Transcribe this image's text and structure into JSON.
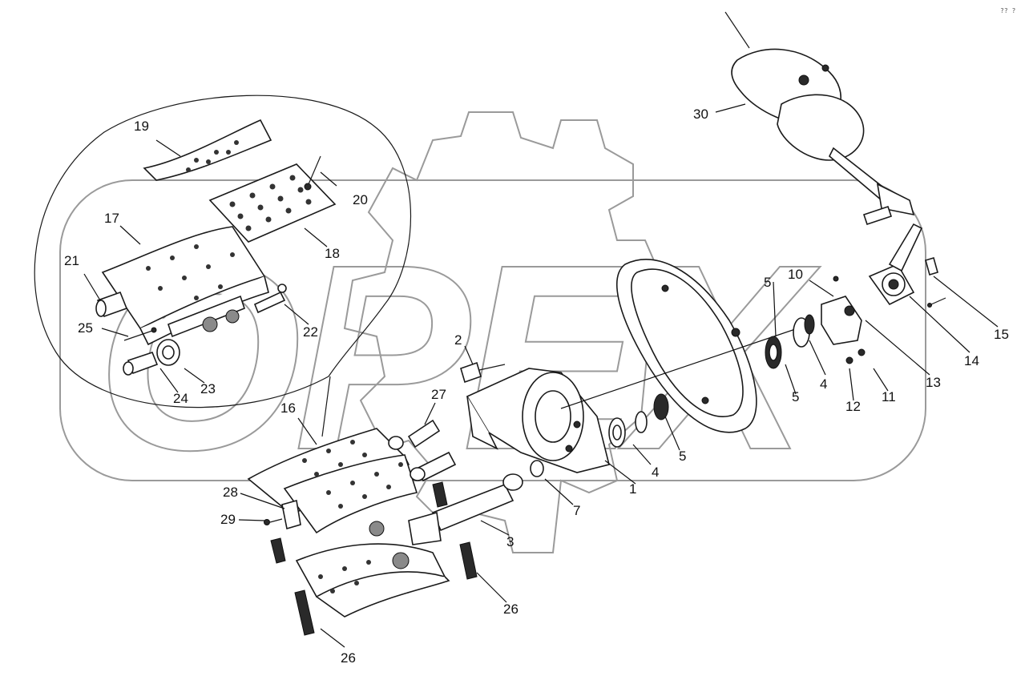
{
  "diagram": {
    "watermark_text": "OPEX",
    "corner_mark": "?? ?",
    "callouts": [
      {
        "id": "c1",
        "label": "1"
      },
      {
        "id": "c2",
        "label": "2"
      },
      {
        "id": "c3",
        "label": "3"
      },
      {
        "id": "c4a",
        "label": "4"
      },
      {
        "id": "c4b",
        "label": "4"
      },
      {
        "id": "c5a",
        "label": "5"
      },
      {
        "id": "c5b",
        "label": "5"
      },
      {
        "id": "c5c",
        "label": "5"
      },
      {
        "id": "c7",
        "label": "7"
      },
      {
        "id": "c10",
        "label": "10"
      },
      {
        "id": "c11",
        "label": "11"
      },
      {
        "id": "c12",
        "label": "12"
      },
      {
        "id": "c13",
        "label": "13"
      },
      {
        "id": "c14",
        "label": "14"
      },
      {
        "id": "c15",
        "label": "15"
      },
      {
        "id": "c16",
        "label": "16"
      },
      {
        "id": "c17",
        "label": "17"
      },
      {
        "id": "c18",
        "label": "18"
      },
      {
        "id": "c19",
        "label": "19"
      },
      {
        "id": "c20",
        "label": "20"
      },
      {
        "id": "c21",
        "label": "21"
      },
      {
        "id": "c22",
        "label": "22"
      },
      {
        "id": "c23",
        "label": "23"
      },
      {
        "id": "c24",
        "label": "24"
      },
      {
        "id": "c25",
        "label": "25"
      },
      {
        "id": "c26a",
        "label": "26"
      },
      {
        "id": "c26b",
        "label": "26"
      },
      {
        "id": "c27",
        "label": "27"
      },
      {
        "id": "c28",
        "label": "28"
      },
      {
        "id": "c29",
        "label": "29"
      },
      {
        "id": "c30",
        "label": "30"
      }
    ]
  }
}
